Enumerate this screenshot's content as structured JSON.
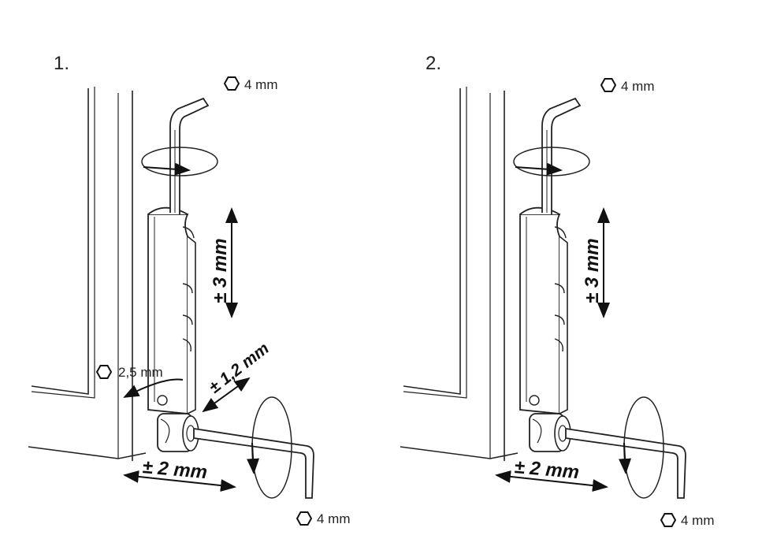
{
  "panels": [
    {
      "step": "1.",
      "top_wrench": "4 mm",
      "bottom_wrench": "4 mm",
      "screw_wrench": "2,5 mm",
      "vertical_adjust": "± 3 mm",
      "horizontal_adjust": "± 2 mm",
      "compression_adjust": "± 1,2 mm"
    },
    {
      "step": "2.",
      "top_wrench": "4 mm",
      "bottom_wrench": "4 mm",
      "vertical_adjust": "± 3 mm",
      "horizontal_adjust": "± 2 mm"
    }
  ],
  "icons": {
    "wrench_size_marker": "hexagon-icon"
  },
  "colors": {
    "line": "#222222",
    "hinge_fill": "#ffffff"
  }
}
